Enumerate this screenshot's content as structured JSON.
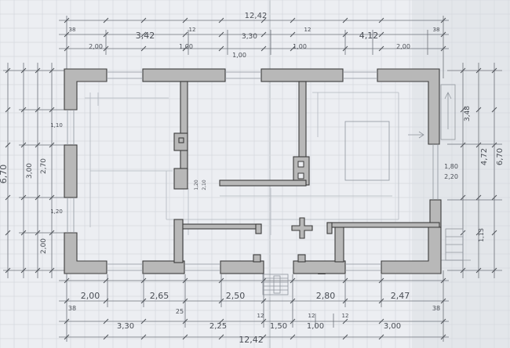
{
  "drawing": {
    "colors": {
      "paper": "#eceef2",
      "wall_fill": "#b8b8b8",
      "wall_stroke": "#3b3b3b",
      "dimension_line": "#6d7178",
      "text": "#4a4e55"
    },
    "top_dimensions": {
      "overall": "12,42",
      "segments": [
        "3,42",
        "3,30",
        "4,12"
      ],
      "openings": [
        "2,00",
        "1,00",
        "1,00",
        "1,00",
        "2,00"
      ],
      "small": [
        "38",
        "38",
        "12",
        "12"
      ]
    },
    "bottom_dimensions": {
      "openings_row": [
        "2,00",
        "2,65",
        "2,50",
        "2,80",
        "2,47"
      ],
      "rooms_row": [
        "3,30",
        "2,25",
        "1,50",
        "1,00",
        "3,00"
      ],
      "small": [
        "38",
        "38",
        "25",
        "12",
        "12",
        "12"
      ],
      "overall": "12,42"
    },
    "left_dimensions": {
      "overall": "6,70",
      "segments": [
        "3,00",
        "2,70",
        "2,00"
      ],
      "small": [
        "1,10",
        "1,20"
      ]
    },
    "right_dimensions": {
      "overall_a": "4,72",
      "overall_b": "6,70",
      "segments": [
        "3,48",
        "1,13"
      ]
    },
    "interior_labels": [
      "1,80",
      "2,20",
      "1,20",
      "2,10"
    ]
  }
}
